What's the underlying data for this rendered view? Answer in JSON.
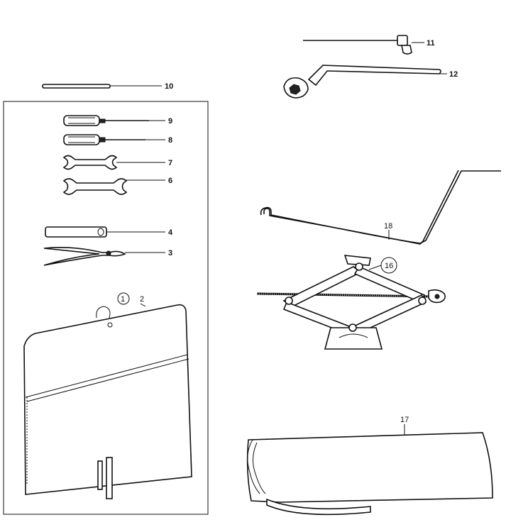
{
  "labels": {
    "l1": "1",
    "l2": "2",
    "l3": "3",
    "l4": "4",
    "l6": "6",
    "l7": "7",
    "l8": "8",
    "l9": "9",
    "l10": "10",
    "l11": "11",
    "l12": "12",
    "l16": "16",
    "l17": "17",
    "l18": "18"
  },
  "parts": [
    {
      "id": "1",
      "name": "tool-bag",
      "circled": true
    },
    {
      "id": "2",
      "name": "tool-bag-flap"
    },
    {
      "id": "3",
      "name": "pliers"
    },
    {
      "id": "4",
      "name": "tube-socket"
    },
    {
      "id": "6",
      "name": "open-end-wrench-large"
    },
    {
      "id": "7",
      "name": "open-end-wrench-small"
    },
    {
      "id": "8",
      "name": "phillips-screwdriver"
    },
    {
      "id": "9",
      "name": "flat-screwdriver"
    },
    {
      "id": "10",
      "name": "tommy-bar"
    },
    {
      "id": "11",
      "name": "spark-plug-wrench"
    },
    {
      "id": "12",
      "name": "wheel-nut-wrench"
    },
    {
      "id": "16",
      "name": "scissor-jack",
      "circled": true
    },
    {
      "id": "17",
      "name": "jack-bag"
    },
    {
      "id": "18",
      "name": "jack-crank-handle"
    }
  ],
  "colors": {
    "ink": "#111111",
    "paper": "#ffffff"
  }
}
